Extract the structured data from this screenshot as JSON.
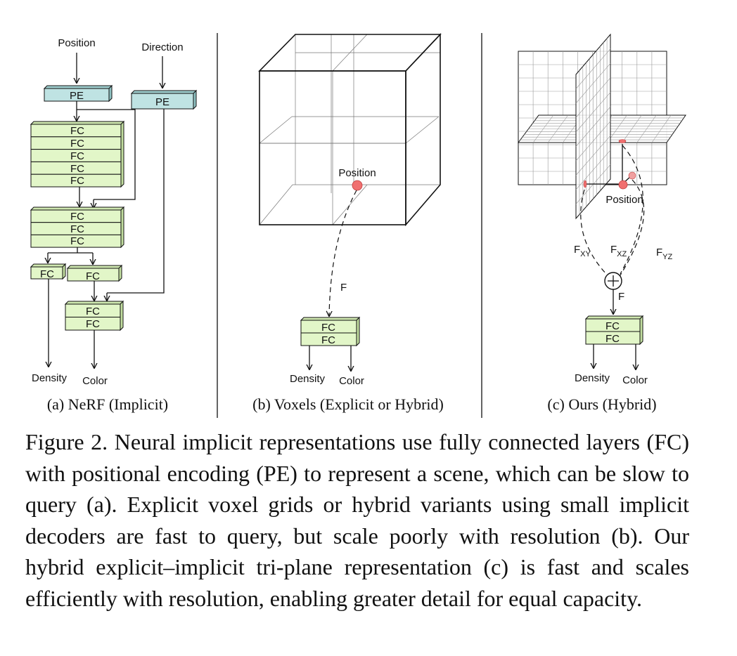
{
  "panels": {
    "nerf": {
      "position_label": "Position",
      "direction_label": "Direction",
      "pe_label": "PE",
      "fc_label": "FC",
      "density_label": "Density",
      "color_label": "Color",
      "subcaption": "(a) NeRF (Implicit)"
    },
    "voxels": {
      "position_label": "Position",
      "feature_label": "F",
      "fc_label": "FC",
      "density_label": "Density",
      "color_label": "Color",
      "subcaption": "(b) Voxels (Explicit or Hybrid)"
    },
    "ours": {
      "position_label": "Position",
      "fxy_main": "F",
      "fxy_sub": "XY",
      "fxz_main": "F",
      "fxz_sub": "XZ",
      "fyz_main": "F",
      "fyz_sub": "YZ",
      "sum_symbol": "+",
      "feature_label": "F",
      "fc_label": "FC",
      "density_label": "Density",
      "color_label": "Color",
      "subcaption": "(c) Ours (Hybrid)"
    }
  },
  "caption": "Figure 2. Neural implicit representations use fully connected layers (FC) with positional encoding (PE) to represent a scene, which can be slow to query (a). Explicit voxel grids or hybrid variants using small implicit decoders are fast to query, but scale poorly with resolution (b). Our hybrid explicit–implicit tri-plane representation (c) is fast and scales efficiently with resolution, enabling greater detail for equal capacity.",
  "colors": {
    "pe_fill": "#bfe3e3",
    "fc_fill": "#e2f6c8",
    "point_fill": "#f07070",
    "stroke": "#111111"
  }
}
